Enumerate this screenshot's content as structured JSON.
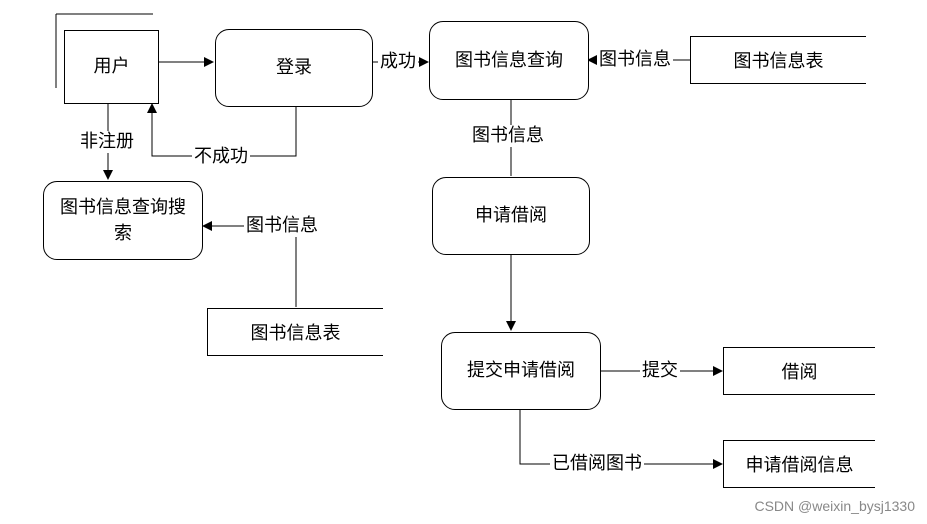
{
  "nodes": {
    "user": "用户",
    "login": "登录",
    "query": "图书信息查询",
    "search": "图书信息查询搜索",
    "apply": "申请借阅",
    "submit": "提交申请借阅"
  },
  "stores": {
    "book_table_top": "图书信息表",
    "book_table_bottom": "图书信息表",
    "borrow": "借阅",
    "apply_info": "申请借阅信息"
  },
  "edges": {
    "success": "成功",
    "fail": "不成功",
    "non_register": "非注册",
    "book_info_1": "图书信息",
    "book_info_2": "图书信息",
    "book_info_3": "图书信息",
    "submit": "提交",
    "borrowed_books": "已借阅图书"
  },
  "watermark": "CSDN @weixin_bysj1330"
}
